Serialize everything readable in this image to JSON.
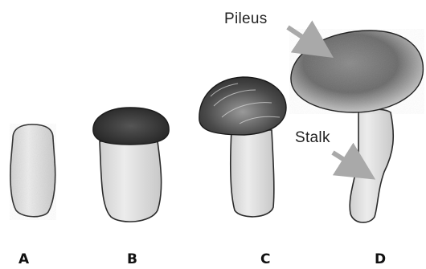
{
  "diagram": {
    "stages": [
      {
        "label": "A"
      },
      {
        "label": "B"
      },
      {
        "label": "C"
      },
      {
        "label": "D"
      }
    ],
    "callouts": {
      "pileus": "Pileus",
      "stalk": "Stalk"
    },
    "colors": {
      "background": "#ffffff",
      "stalk_fill": "#e2e2e2",
      "cap_light": "#cfcfcf",
      "cap_dark": "#2a2a2a",
      "arrow": "#a9a9a9",
      "outline": "#2b2b2b"
    }
  }
}
